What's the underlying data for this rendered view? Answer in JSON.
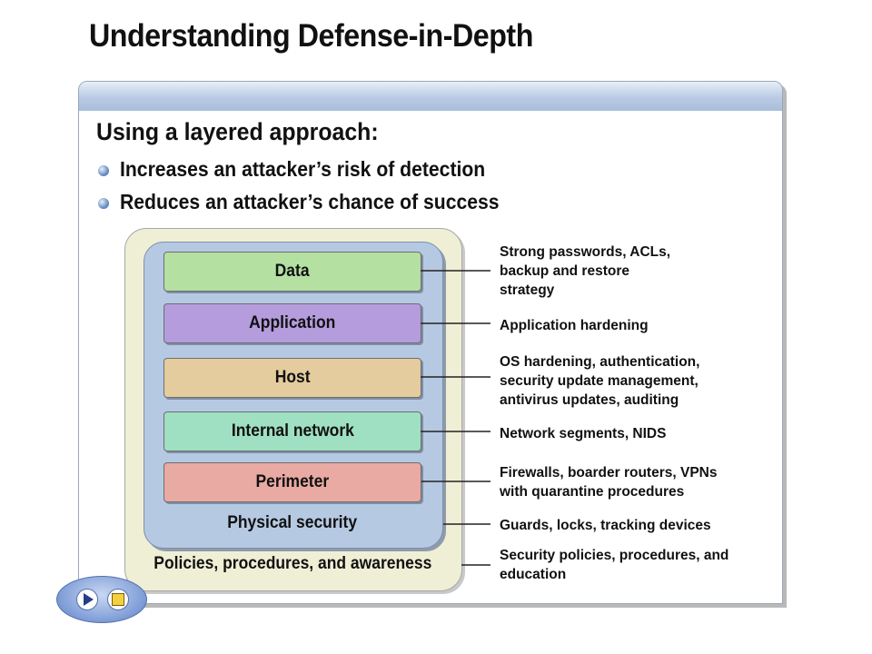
{
  "slide": {
    "title": "Understanding Defense-in-Depth",
    "subtitle": "Using a layered approach:",
    "bullets": [
      "Increases an attacker’s risk of detection",
      "Reduces an attacker’s chance of success"
    ]
  },
  "diagram": {
    "layers": [
      {
        "label": "Data",
        "color": "#b4e0a2"
      },
      {
        "label": "Application",
        "color": "#b59cdc"
      },
      {
        "label": "Host",
        "color": "#e4cc9e"
      },
      {
        "label": "Internal network",
        "color": "#a0e0c2"
      },
      {
        "label": "Perimeter",
        "color": "#e8aaa2"
      }
    ],
    "physical_label": "Physical security",
    "policies_label": "Policies, procedures, and awareness",
    "descriptions": [
      "Strong passwords, ACLs,\nbackup and restore\nstrategy",
      "Application hardening",
      "OS hardening, authentication,\nsecurity update management,\nantivirus updates, auditing",
      "Network segments, NIDS",
      "Firewalls, boarder routers, VPNs\nwith quarantine procedures",
      "Guards, locks, tracking devices",
      "Security policies, procedures, and\neducation"
    ]
  },
  "nav": {
    "play_icon": "play-icon",
    "stop_icon": "stop-icon"
  }
}
